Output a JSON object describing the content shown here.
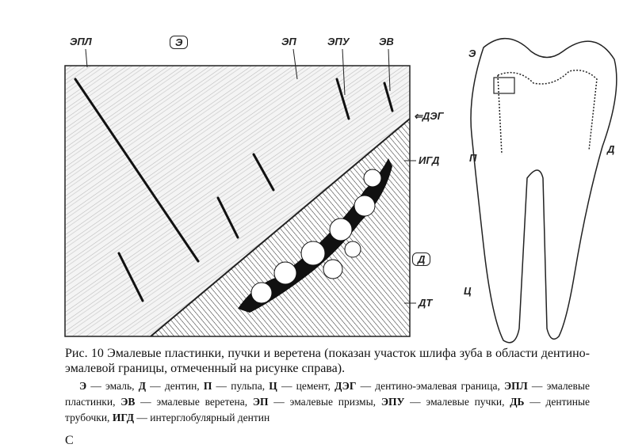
{
  "figure": {
    "labels_top": [
      "ЭПЛ",
      "Э",
      "ЭП",
      "ЭПУ",
      "ЭВ"
    ],
    "labels_right": [
      "ДЭГ",
      "ИГД",
      "Д",
      "ДТ"
    ],
    "tooth_labels": [
      "Э",
      "П",
      "Д",
      "Ц"
    ]
  },
  "caption": {
    "title": "Рис. 10 Эмалевые пластинки, пучки и веретена (показан участок шлифа зуба в области дентино-эмалевой границы, отмеченный на рисунке справа).",
    "legend": [
      {
        "abbr": "Э",
        "text": " — эмаль, "
      },
      {
        "abbr": "Д",
        "text": " — дентин, "
      },
      {
        "abbr": "П",
        "text": " — пульпа, "
      },
      {
        "abbr": "Ц",
        "text": " — цемент, "
      },
      {
        "abbr": "ДЭГ",
        "text": " — дентино-эмалевая граница, "
      },
      {
        "abbr": "ЭПЛ",
        "text": " — эмалевые пластинки, "
      },
      {
        "abbr": "ЭВ",
        "text": " — эмалевые веретена, "
      },
      {
        "abbr": "ЭП",
        "text": " — эмалевые призмы, "
      },
      {
        "abbr": "ЭПУ",
        "text": " — эмалевые пучки, "
      },
      {
        "abbr": "ДЬ",
        "text": " — дентиные трубочки, "
      },
      {
        "abbr": "ИГД",
        "text": " — интерглобулярный дентин"
      }
    ],
    "next_line_start": "С"
  }
}
